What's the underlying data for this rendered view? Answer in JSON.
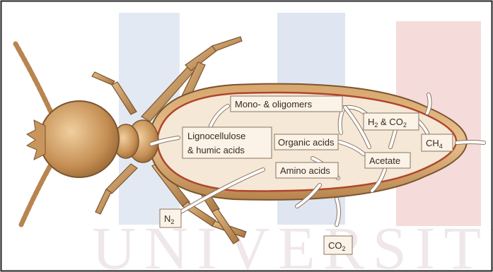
{
  "diagram": {
    "labels": {
      "mono_oligomers": "Mono- & oligomers",
      "lignocellulose_line1": "Lignocellulose",
      "lignocellulose_line2": "& humic acids",
      "organic_acids": "Organic acids",
      "amino_acids": "Amino acids",
      "h2_co2": "H",
      "h2_sub": "2",
      "h2_rest": " & CO",
      "co2_sub": "2",
      "acetate": "Acetate",
      "ch4": "CH",
      "ch4_sub": "4",
      "n2": "N",
      "n2_sub": "2",
      "co2_out": "CO",
      "co2_out_sub": "2"
    },
    "watermark": "UNIVERSITI"
  },
  "colors": {
    "body_tan": "#c99a62",
    "body_light": "#f3e3cf",
    "gut_line": "#b0452c",
    "outline": "#6b4a2b",
    "watermark_red": "#f3d7d4",
    "watermark_blue": "#dfe6f2"
  }
}
